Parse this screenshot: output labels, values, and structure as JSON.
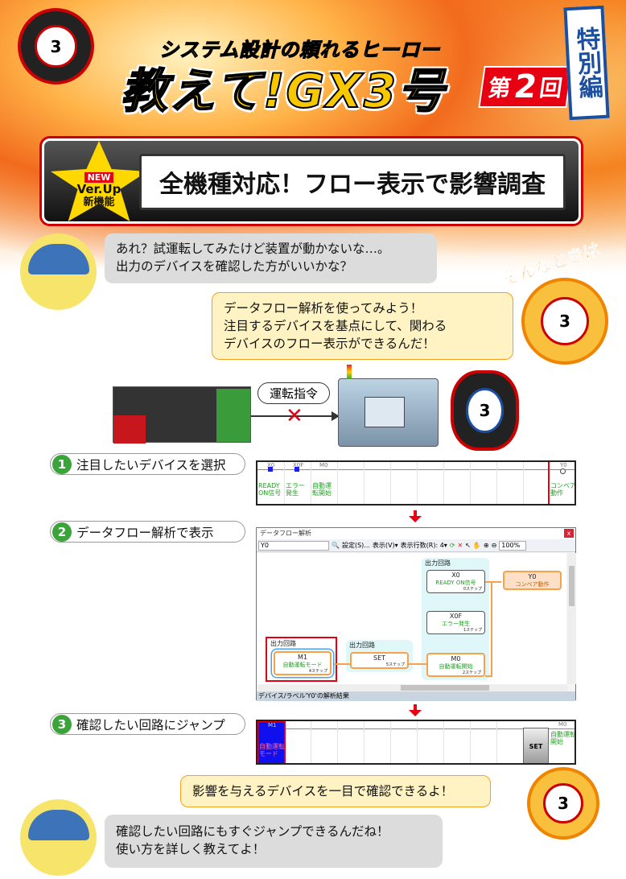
{
  "header": {
    "subtitle": "システム設計の頼れるヒーロー",
    "title": "教えて!GX3号",
    "episode_prefix": "第",
    "episode_number": "2",
    "episode_suffix": "回",
    "special": "特別編",
    "hero_badge": "3"
  },
  "section": {
    "badge_new": "NEW",
    "badge_version": "Ver.Up",
    "badge_feature": "新機能",
    "title": "全機種対応！フロー表示で影響調査"
  },
  "dialogue": {
    "worker_1": "あれ？試運転してみたけど装置が動かないな…。\n出力のデバイスを確認した方がいいかな？",
    "sonna_toki": "そんなときは",
    "hero_1": "データフロー解析を使ってみよう！\n注目するデバイスを基点にして、関わる\nデバイスのフロー表示ができるんだ！",
    "hero_2": "影響を与えるデバイスを一目で確認できるよ！",
    "worker_2": "確認したい回路にもすぐジャンプできるんだね！\n使い方を詳しく教えてよ！"
  },
  "illustration": {
    "command_label": "運転指令"
  },
  "steps": [
    {
      "num": "1",
      "label": "注目したいデバイスを選択"
    },
    {
      "num": "2",
      "label": "データフロー解析で表示"
    },
    {
      "num": "3",
      "label": "確認したい回路にジャンプ"
    }
  ],
  "ladder1": {
    "devices": [
      {
        "dev": "X0",
        "comment": "READY ON信号"
      },
      {
        "dev": "X0F",
        "comment": "エラー発生"
      },
      {
        "dev": "M0",
        "comment": "自動運転開始"
      }
    ],
    "coil": {
      "dev": "Y0",
      "comment": "コンベア動作"
    }
  },
  "ladder3": {
    "contact": {
      "dev": "M1",
      "comment": "自動運転モード"
    },
    "instruction": "SET",
    "coil": {
      "dev": "M0",
      "comment": "自動運転開始"
    }
  },
  "window": {
    "title": "データフロー解析",
    "close": "x",
    "device_input": "Y0",
    "toolbar": {
      "settings": "設定(S)...",
      "view": "表示(V)▾",
      "rows": "表示行数(R): 4▾",
      "zoom": "100%"
    },
    "status": "デバイス/ラベル'Y0'の解析結果",
    "group_label": "出力回路",
    "nodes": {
      "x0": {
        "dev": "X0",
        "comment": "READY ON信号",
        "steps": "0ステップ"
      },
      "x0f": {
        "dev": "X0F",
        "comment": "エラー発生",
        "steps": "1ステップ"
      },
      "m0": {
        "dev": "M0",
        "comment": "自動運転開始",
        "steps": "2ステップ"
      },
      "y0": {
        "dev": "Y0",
        "comment": "コンベア動作"
      },
      "set": {
        "dev": "SET",
        "steps": "5ステップ"
      },
      "m1": {
        "dev": "M1",
        "comment": "自動運転モード",
        "steps": "4ステップ"
      }
    }
  },
  "colors": {
    "accent_red": "#e60012",
    "step_green": "#3aa43a",
    "highlight_orange": "#f9a04b",
    "bubble_yellow": "#fff3c4",
    "bubble_gray": "#dcdcdc"
  }
}
